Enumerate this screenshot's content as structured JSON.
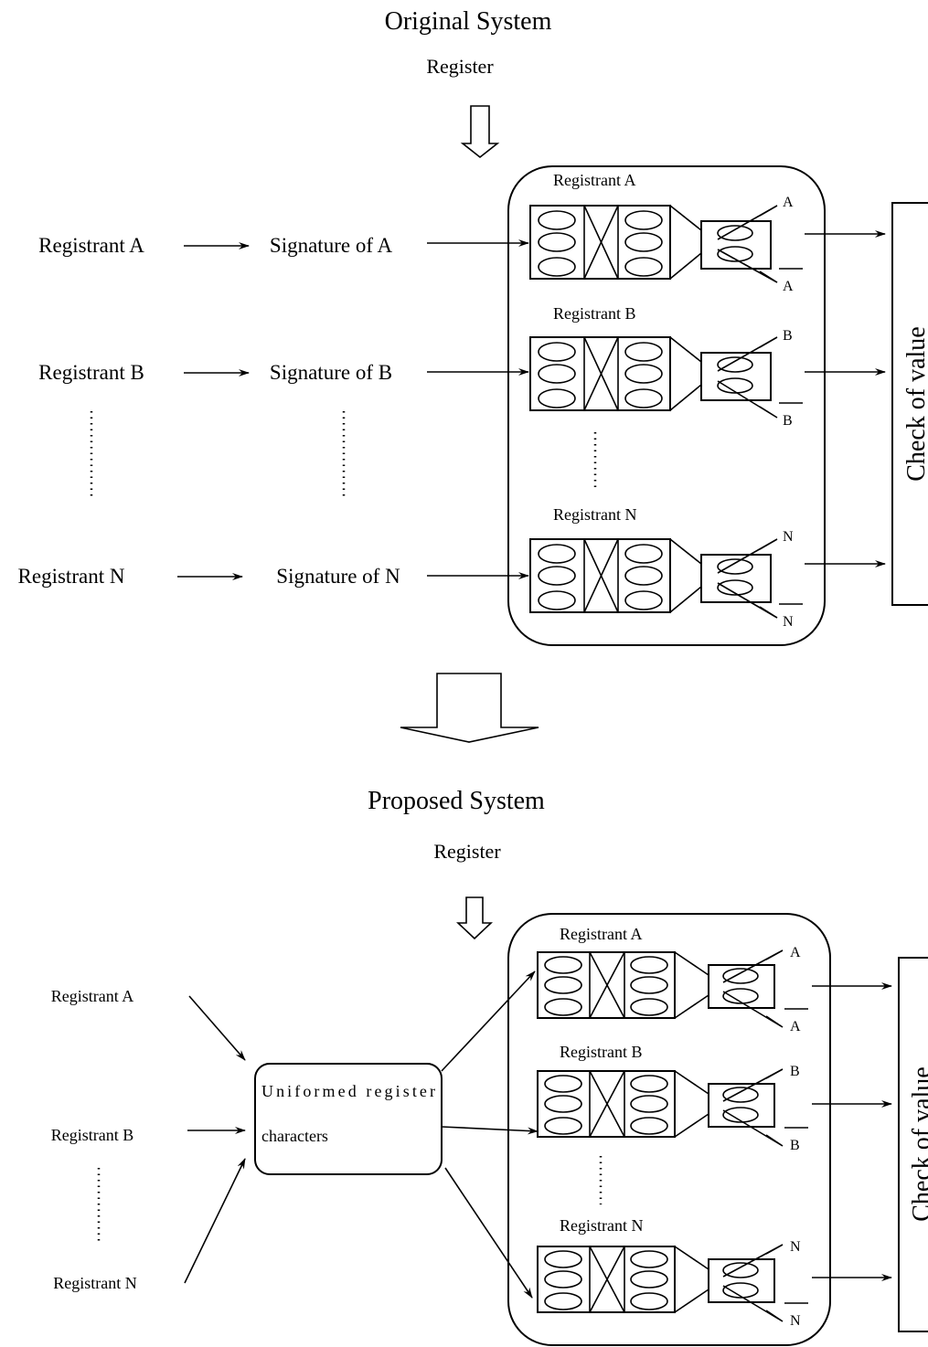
{
  "original": {
    "title": "Original System",
    "register_label": "Register",
    "registrants": [
      "Registrant A",
      "Registrant B",
      "Registrant N"
    ],
    "signatures": [
      "Signature of A",
      "Signature of B",
      "Signature of N"
    ],
    "box_labels": [
      "Registrant A",
      "Registrant B",
      "Registrant N"
    ],
    "output_letters": [
      "A",
      "B",
      "N"
    ],
    "check_label": "Check of value"
  },
  "proposed": {
    "title": "Proposed System",
    "register_label": "Register",
    "registrants": [
      "Registrant A",
      "Registrant B",
      "Registrant N"
    ],
    "uniform_box_line1": "Uniformed register",
    "uniform_box_line2": "characters",
    "box_labels": [
      "Registrant A",
      "Registrant B",
      "Registrant N"
    ],
    "output_letters": [
      "A",
      "B",
      "N"
    ],
    "check_label": "Check of value"
  }
}
